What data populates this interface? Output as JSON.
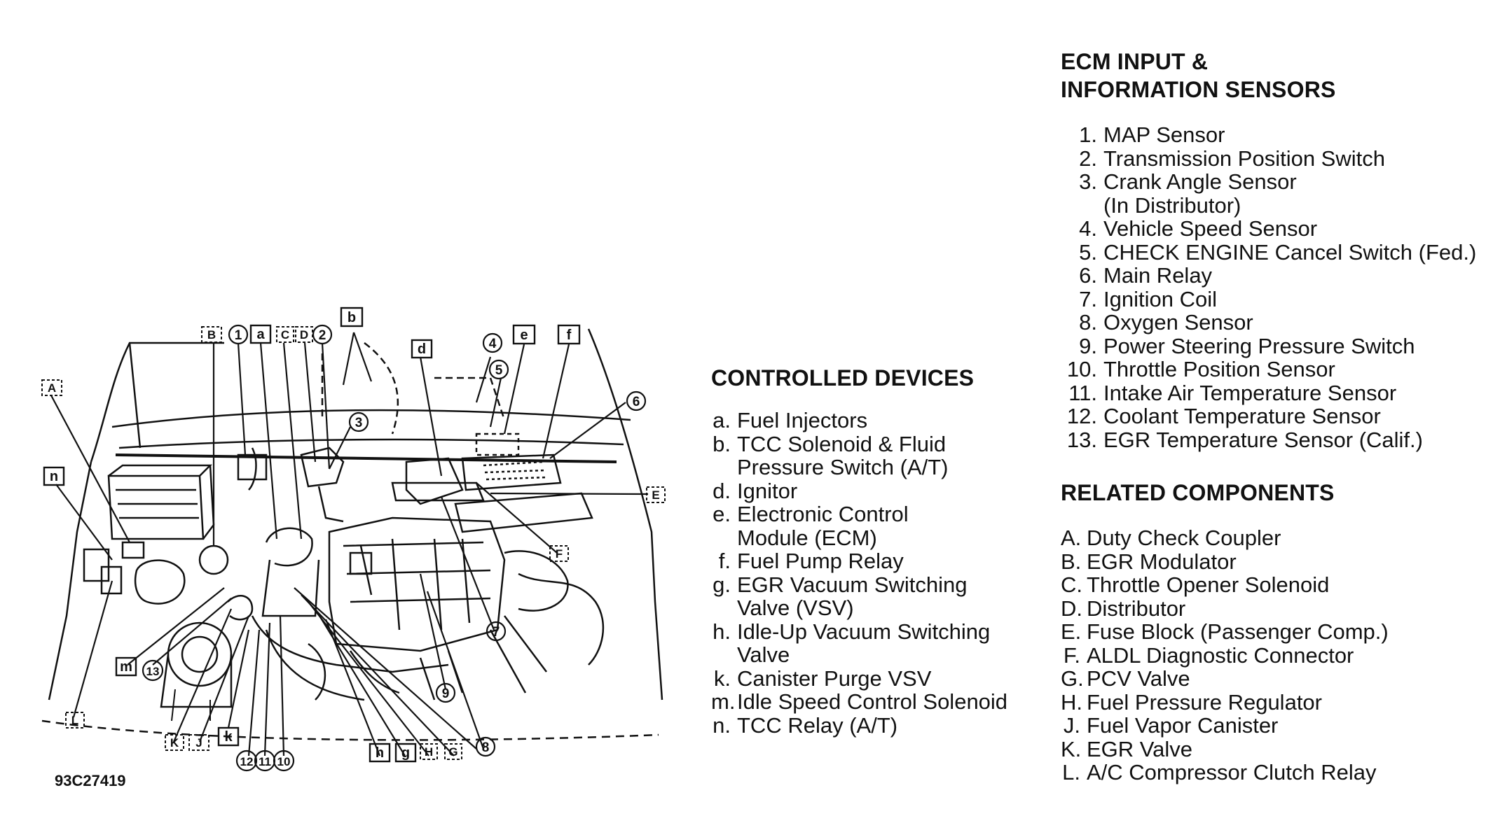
{
  "figure_id": "93C27419",
  "callouts": {
    "numbers": [
      "1",
      "2",
      "3",
      "4",
      "5",
      "6",
      "7",
      "8",
      "9",
      "10",
      "11",
      "12",
      "13"
    ],
    "letters_upper": [
      "A",
      "B",
      "C",
      "D",
      "E",
      "F",
      "G",
      "H",
      "J",
      "K",
      "L"
    ],
    "letters_lower": [
      "a",
      "b",
      "d",
      "e",
      "f",
      "g",
      "h",
      "k",
      "m",
      "n"
    ]
  },
  "controlled_devices": {
    "heading": "CONTROLLED DEVICES",
    "items": [
      {
        "key": "a.",
        "lines": [
          "Fuel Injectors"
        ]
      },
      {
        "key": "b.",
        "lines": [
          "TCC Solenoid & Fluid",
          "Pressure Switch (A/T)"
        ]
      },
      {
        "key": "d.",
        "lines": [
          "Ignitor"
        ]
      },
      {
        "key": "e.",
        "lines": [
          "Electronic Control",
          "Module (ECM)"
        ]
      },
      {
        "key": "f.",
        "lines": [
          "Fuel Pump Relay"
        ]
      },
      {
        "key": "g.",
        "lines": [
          "EGR Vacuum Switching",
          "Valve (VSV)"
        ]
      },
      {
        "key": "h.",
        "lines": [
          "Idle-Up Vacuum Switching",
          "Valve"
        ]
      },
      {
        "key": "k.",
        "lines": [
          "Canister Purge VSV"
        ]
      },
      {
        "key": "m.",
        "lines": [
          "Idle Speed Control Solenoid"
        ]
      },
      {
        "key": "n.",
        "lines": [
          "TCC Relay (A/T)"
        ]
      }
    ]
  },
  "ecm_sensors": {
    "heading_line1": "ECM INPUT &",
    "heading_line2": "INFORMATION SENSORS",
    "items": [
      {
        "key": "1.",
        "lines": [
          "MAP Sensor"
        ]
      },
      {
        "key": "2.",
        "lines": [
          "Transmission Position Switch"
        ]
      },
      {
        "key": "3.",
        "lines": [
          "Crank Angle Sensor",
          "(In Distributor)"
        ]
      },
      {
        "key": "4.",
        "lines": [
          "Vehicle Speed Sensor"
        ]
      },
      {
        "key": "5.",
        "lines": [
          "CHECK ENGINE Cancel Switch (Fed.)"
        ]
      },
      {
        "key": "6.",
        "lines": [
          "Main Relay"
        ]
      },
      {
        "key": "7.",
        "lines": [
          "Ignition Coil"
        ]
      },
      {
        "key": "8.",
        "lines": [
          "Oxygen Sensor"
        ]
      },
      {
        "key": "9.",
        "lines": [
          "Power Steering Pressure Switch"
        ]
      },
      {
        "key": "10.",
        "lines": [
          "Throttle Position Sensor"
        ]
      },
      {
        "key": "11.",
        "lines": [
          "Intake Air Temperature Sensor"
        ]
      },
      {
        "key": "12.",
        "lines": [
          "Coolant Temperature Sensor"
        ]
      },
      {
        "key": "13.",
        "lines": [
          "EGR Temperature Sensor (Calif.)"
        ]
      }
    ]
  },
  "related_components": {
    "heading": "RELATED COMPONENTS",
    "items": [
      {
        "key": "A.",
        "lines": [
          "Duty Check Coupler"
        ]
      },
      {
        "key": "B.",
        "lines": [
          "EGR Modulator"
        ]
      },
      {
        "key": "C.",
        "lines": [
          "Throttle Opener Solenoid"
        ]
      },
      {
        "key": "D.",
        "lines": [
          "Distributor"
        ]
      },
      {
        "key": "E.",
        "lines": [
          "Fuse Block (Passenger Comp.)"
        ]
      },
      {
        "key": "F.",
        "lines": [
          "ALDL Diagnostic Connector"
        ]
      },
      {
        "key": "G.",
        "lines": [
          "PCV Valve"
        ]
      },
      {
        "key": "H.",
        "lines": [
          "Fuel Pressure Regulator"
        ]
      },
      {
        "key": "J.",
        "lines": [
          "Fuel Vapor Canister"
        ]
      },
      {
        "key": "K.",
        "lines": [
          "EGR Valve"
        ]
      },
      {
        "key": "L.",
        "lines": [
          "A/C Compressor Clutch Relay"
        ]
      }
    ]
  }
}
